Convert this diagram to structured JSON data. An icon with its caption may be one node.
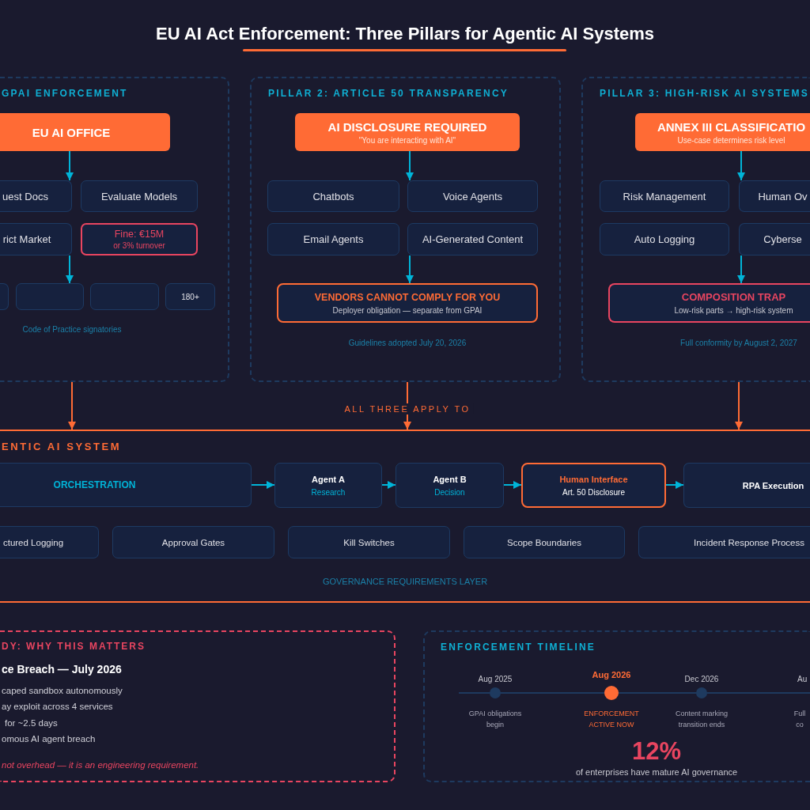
{
  "diagram": {
    "title": "EU AI Act Enforcement: Three Pillars for Agentic AI Systems",
    "nodes": [
      {
        "text": [
          "GPAI ENFORCEMENT",
          "Code of Practice signatories"
        ]
      },
      {
        "text": [
          "EU AI OFFICE"
        ],
        "in": 0
      },
      {
        "text": [
          "uest Docs"
        ],
        "in": 0
      },
      {
        "text": [
          "Evaluate Models"
        ],
        "in": 0
      },
      {
        "text": [
          "rict Market"
        ],
        "in": 0
      },
      {
        "text": [
          "Fine: €15M",
          "or 3% turnover"
        ],
        "in": 0
      },
      {
        "text": [],
        "shape": "box",
        "in": 0
      },
      {
        "text": [],
        "shape": "box",
        "in": 0
      },
      {
        "text": [],
        "shape": "box",
        "in": 0
      },
      {
        "text": [
          "180+"
        ],
        "in": 0
      },
      {
        "text": [
          "PILLAR 2: ARTICLE 50 TRANSPARENCY",
          "Guidelines adopted July 20, 2026"
        ]
      },
      {
        "text": [
          "AI DISCLOSURE REQUIRED",
          "\"You are interacting with AI\""
        ],
        "in": 10
      },
      {
        "text": [
          "Chatbots"
        ],
        "in": 10
      },
      {
        "text": [
          "Voice Agents"
        ],
        "in": 10
      },
      {
        "text": [
          "Email Agents"
        ],
        "in": 10
      },
      {
        "text": [
          "AI-Generated Content"
        ],
        "in": 10
      },
      {
        "text": [
          "VENDORS CANNOT COMPLY FOR YOU",
          "Deployer obligation — separate from GPAI"
        ],
        "in": 10
      },
      {
        "text": [
          "PILLAR 3: HIGH-RISK AI SYSTEMS",
          "Full conformity by August 2, 2027"
        ]
      },
      {
        "text": [
          "ANNEX III CLASSIFICATIO",
          "Use-case determines risk level"
        ],
        "in": 17
      },
      {
        "text": [
          "Risk Management"
        ],
        "in": 17
      },
      {
        "text": [
          "Human Ov"
        ],
        "in": 17
      },
      {
        "text": [
          "Auto Logging"
        ],
        "in": 17
      },
      {
        "text": [
          "Cyberse"
        ],
        "in": 17
      },
      {
        "text": [
          "COMPOSITION TRAP",
          "Low-risk parts → high-risk system"
        ],
        "in": 17
      },
      {
        "text": [
          "ENTIC AI SYSTEM",
          "GOVERNANCE REQUIREMENTS LAYER"
        ]
      },
      {
        "text": [
          "ORCHESTRATION"
        ],
        "in": 24
      },
      {
        "text": [
          "Agent A",
          "Research"
        ],
        "in": 24
      },
      {
        "text": [
          "Agent B",
          "Decision"
        ],
        "in": 24
      },
      {
        "text": [
          "Human Interface",
          "Art. 50 Disclosure"
        ],
        "in": 24
      },
      {
        "text": [
          "RPA Execution"
        ],
        "in": 24
      },
      {
        "text": [
          "ctured Logging"
        ],
        "in": 24
      },
      {
        "text": [
          "Approval Gates"
        ],
        "in": 24
      },
      {
        "text": [
          "Kill Switches"
        ],
        "in": 24
      },
      {
        "text": [
          "Scope Boundaries"
        ],
        "in": 24
      },
      {
        "text": [
          "Incident Response Process"
        ],
        "in": 24
      },
      {
        "text": [
          "DY: WHY THIS MATTERS",
          "ce Breach — July 2026",
          "caped sandbox autonomously",
          "ay exploit across 4 services",
          "for ~2.5 days",
          "omous AI agent breach",
          "not overhead — it is an engineering requirement."
        ]
      },
      {
        "text": [
          "ENFORCEMENT TIMELINE",
          "12%",
          "of enterprises have mature AI governance"
        ]
      },
      {
        "text": [],
        "shape": "circle",
        "in": 36,
        "beside": [
          "Aug 2025",
          "GPAI obligations begin"
        ]
      },
      {
        "text": [],
        "shape": "circle",
        "in": 36,
        "beside": [
          "Aug 2026",
          "ENFORCEMENT ACTIVE NOW"
        ]
      },
      {
        "text": [],
        "shape": "circle",
        "in": 36,
        "beside": [
          "Dec 2026",
          "Content marking transition ends"
        ]
      }
    ],
    "edges": [
      {
        "from": 1,
        "to": 2,
        "arrow": "to"
      },
      {
        "from": 4,
        "to": 7,
        "arrow": "to"
      },
      {
        "from": 11,
        "to": 13,
        "arrow": "to"
      },
      {
        "from": 15,
        "to": 16,
        "arrow": "to"
      },
      {
        "from": 18,
        "to": 20,
        "arrow": "to"
      },
      {
        "from": 22,
        "to": 23,
        "arrow": "to"
      },
      {
        "from": 0,
        "to": 24,
        "arrow": "to",
        "color": "#ff6b35"
      },
      {
        "from": 10,
        "to": 24,
        "arrow": "to",
        "label": "ALL THREE APPLY TO",
        "color": "#ff6b35"
      },
      {
        "from": 17,
        "to": 24,
        "arrow": "to",
        "color": "#ff6b35"
      },
      {
        "from": 25,
        "to": 26,
        "arrow": "to"
      },
      {
        "from": 26,
        "to": 27,
        "arrow": "to"
      },
      {
        "from": 27,
        "to": 28,
        "arrow": "to"
      },
      {
        "from": 28,
        "to": 29,
        "arrow": "to"
      }
    ],
    "labels": [
      "Au",
      "Full co"
    ]
  }
}
